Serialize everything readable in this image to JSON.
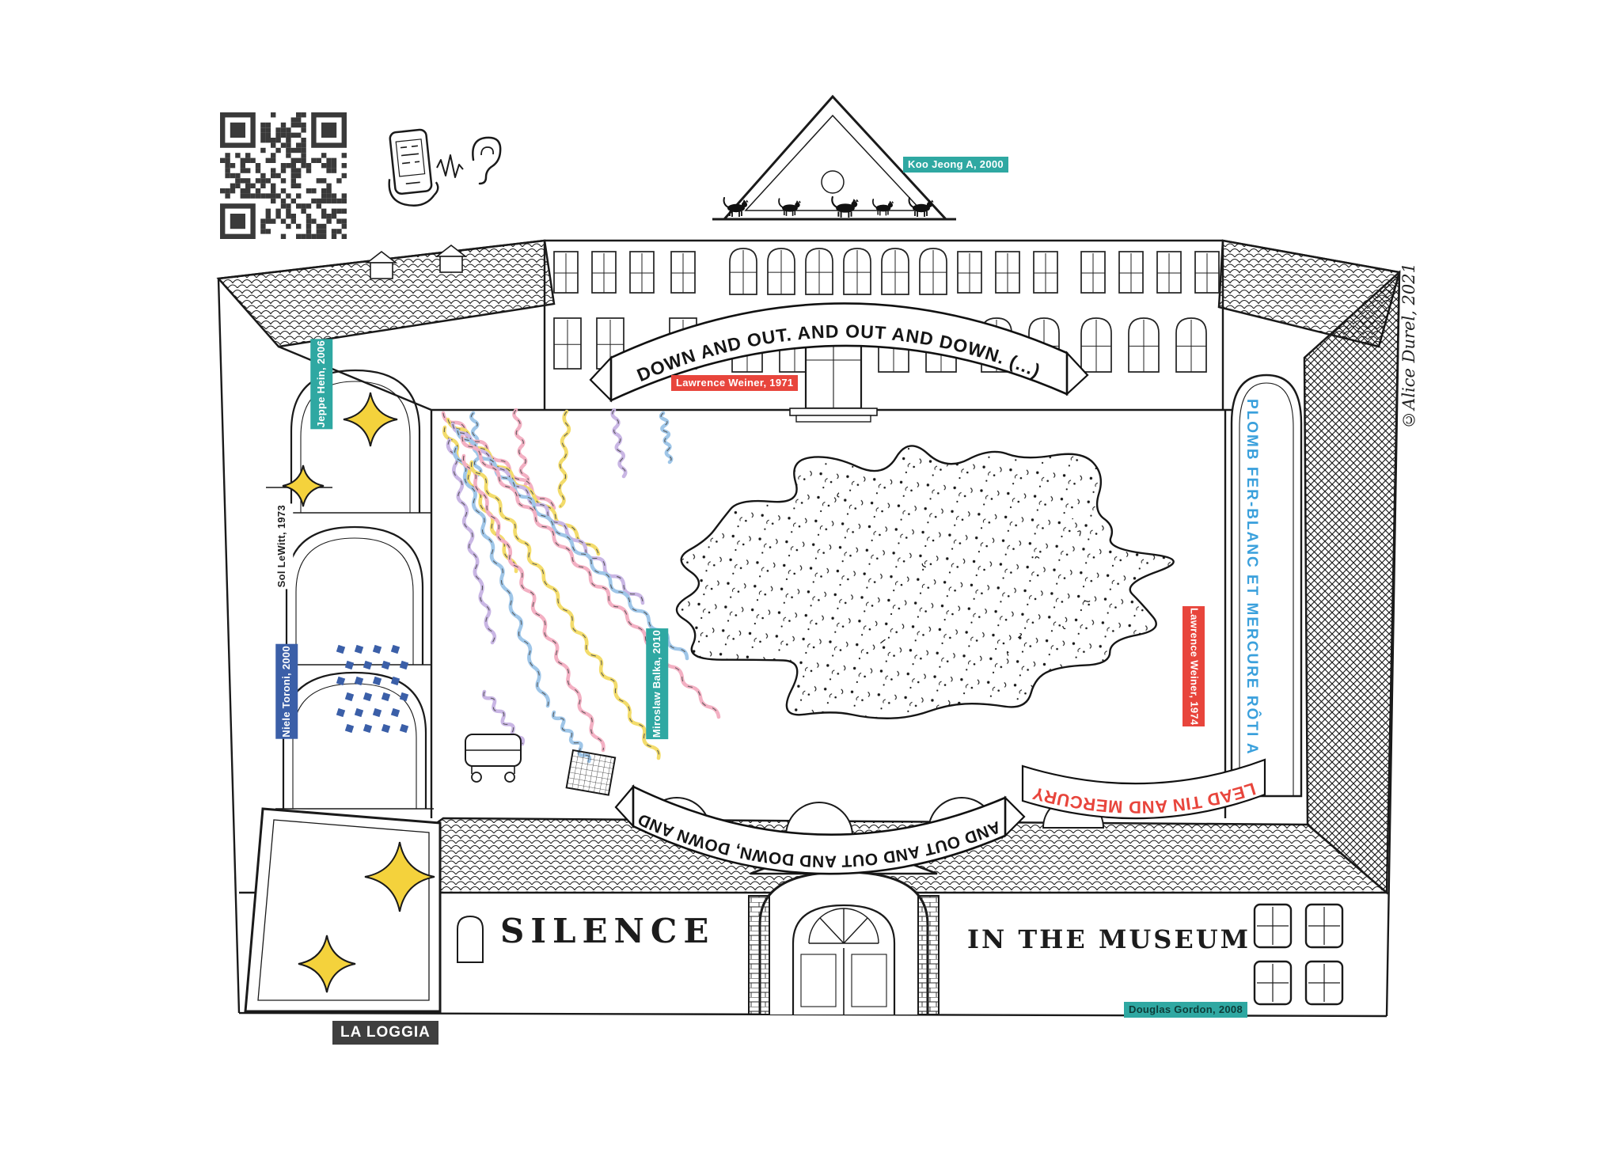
{
  "poster": {
    "artist_signature": "©Alice Durel, 2021"
  },
  "labels": {
    "koo_jeong_a": "Koo Jeong A, 2000",
    "lawrence_weiner_1971": "Lawrence Weiner, 1971",
    "jeppe_hein": "Jeppe Hein, 2006",
    "sol_lewitt": "Sol LeWitt, 1973",
    "niele_toroni": "Niele Toroni, 2000",
    "miroslaw_balka": "Miroslaw Balka, 2010",
    "lawrence_weiner_1974": "Lawrence Weiner, 1974",
    "douglas_gordon": "Douglas Gordon, 2008",
    "la_loggia": "LA LOGGIA"
  },
  "texts": {
    "banner_top": "DOWN AND OUT. AND OUT AND DOWN. (...)",
    "banner_bottom": "AND OUT AND OUT AND DOWN, DOWN AND",
    "right_wall_vertical": "PLOMB FER-BLANC ET MERCURE RÔTI A",
    "lead_tin": "LEAD TIN AND MERCURY",
    "facade_word_left": "SILENCE",
    "facade_word_right": "IN THE MUSEUM"
  },
  "icons": {
    "qr_code": "qr-code",
    "phone": "phone-icon",
    "sound_wave": "sound-wave-icon",
    "ear": "ear-icon",
    "sparkles": "sparkle-icon",
    "rooftop_animals": "animal-silhouettes"
  },
  "colors": {
    "teal_label": "#2fa8a2",
    "red_label": "#e8453c",
    "blue_label": "#3b5fa8",
    "blue_wall_text": "#3aa0dc",
    "dark_label": "#3f3f3f",
    "sparkle_yellow": "#f4d23c",
    "ink": "#1a1a1a"
  }
}
